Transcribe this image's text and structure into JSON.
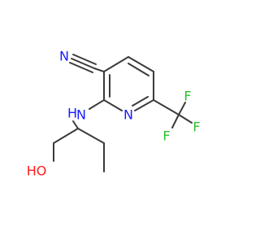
{
  "molecule": {
    "atoms": {
      "nitrile_n": {
        "text": "N",
        "color": "#1a1aff"
      },
      "amine_nh": {
        "text": "H",
        "color": "#1a1aff"
      },
      "amine_n": {
        "text": "N",
        "color": "#1a1aff"
      },
      "pyridine_n": {
        "text": "N",
        "color": "#1a1aff"
      },
      "fluorine_top": {
        "text": "F",
        "color": "#2fbf2f"
      },
      "fluorine_right": {
        "text": "F",
        "color": "#2fbf2f"
      },
      "fluorine_bottom": {
        "text": "F",
        "color": "#2fbf2f"
      },
      "hydroxyl": {
        "text": "HO",
        "color": "#ff1a1a"
      }
    }
  }
}
